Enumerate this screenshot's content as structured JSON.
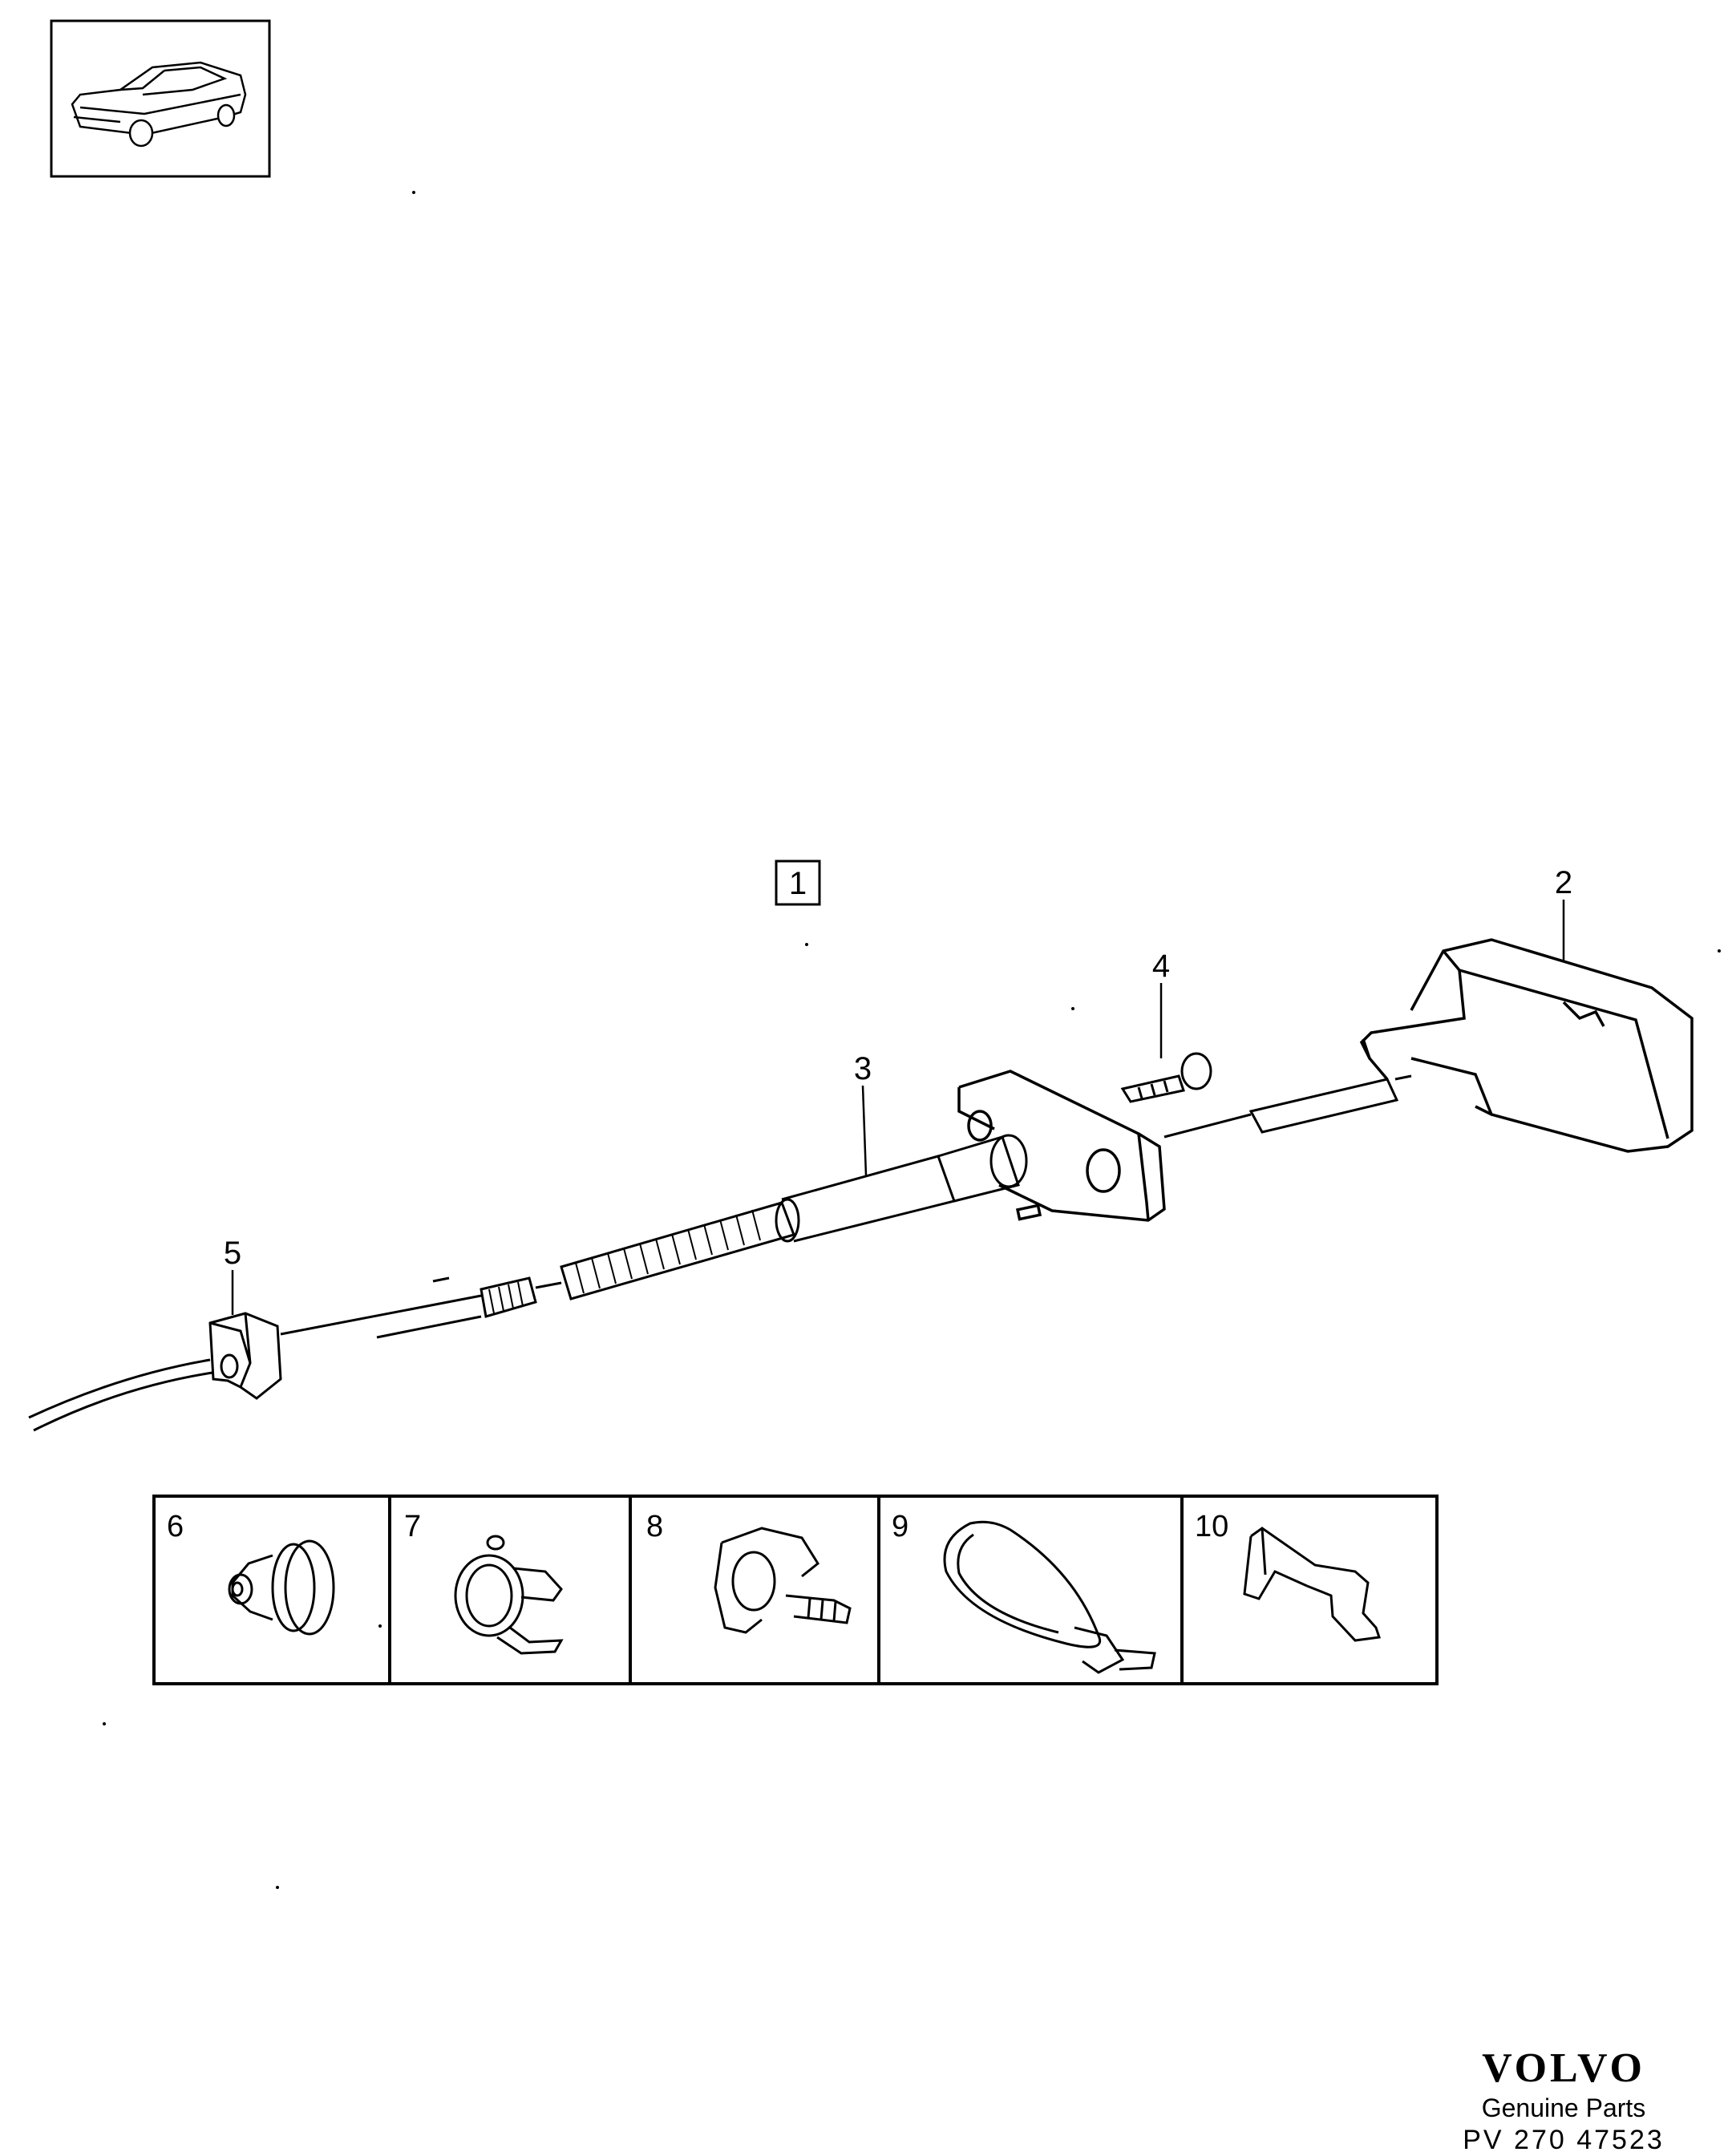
{
  "diagram": {
    "group_label": "1",
    "callouts": {
      "p2": "2",
      "p3": "3",
      "p4": "4",
      "p5": "5"
    },
    "kit_items": [
      {
        "number": "6",
        "icon": "grommet-icon"
      },
      {
        "number": "7",
        "icon": "cable-clamp-icon"
      },
      {
        "number": "8",
        "icon": "clip-with-stud-icon"
      },
      {
        "number": "9",
        "icon": "cable-tie-icon"
      },
      {
        "number": "10",
        "icon": "spring-clip-icon"
      }
    ],
    "thumbnail_icon": "car-sedan-icon"
  },
  "footer": {
    "brand": "VOLVO",
    "tagline": "Genuine Parts",
    "code": "PV 270 47523"
  }
}
